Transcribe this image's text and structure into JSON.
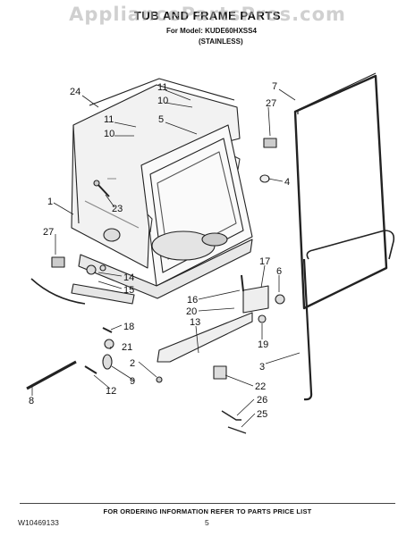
{
  "watermark": "AppliancePartsPros.com",
  "header": {
    "title": "TUB AND FRAME PARTS",
    "model_line": "For Model: KUDE60HXSS4",
    "variant": "(STAINLESS)"
  },
  "callouts": [
    {
      "id": "24",
      "label": "24"
    },
    {
      "id": "11a",
      "label": "11"
    },
    {
      "id": "10a",
      "label": "10"
    },
    {
      "id": "11b",
      "label": "11"
    },
    {
      "id": "10b",
      "label": "10"
    },
    {
      "id": "5",
      "label": "5"
    },
    {
      "id": "7",
      "label": "7"
    },
    {
      "id": "27a",
      "label": "27"
    },
    {
      "id": "4",
      "label": "4"
    },
    {
      "id": "23",
      "label": "23"
    },
    {
      "id": "1",
      "label": "1"
    },
    {
      "id": "27b",
      "label": "27"
    },
    {
      "id": "14",
      "label": "14"
    },
    {
      "id": "15",
      "label": "15"
    },
    {
      "id": "17",
      "label": "17"
    },
    {
      "id": "6",
      "label": "6"
    },
    {
      "id": "16",
      "label": "16"
    },
    {
      "id": "20",
      "label": "20"
    },
    {
      "id": "13",
      "label": "13"
    },
    {
      "id": "18",
      "label": "18"
    },
    {
      "id": "19",
      "label": "19"
    },
    {
      "id": "21",
      "label": "21"
    },
    {
      "id": "2",
      "label": "2"
    },
    {
      "id": "9",
      "label": "9"
    },
    {
      "id": "3",
      "label": "3"
    },
    {
      "id": "22",
      "label": "22"
    },
    {
      "id": "12",
      "label": "12"
    },
    {
      "id": "26",
      "label": "26"
    },
    {
      "id": "25",
      "label": "25"
    },
    {
      "id": "8",
      "label": "8"
    }
  ],
  "footer": {
    "note": "FOR ORDERING INFORMATION REFER TO PARTS PRICE LIST",
    "doc_number": "W10469133",
    "page_number": "5"
  }
}
